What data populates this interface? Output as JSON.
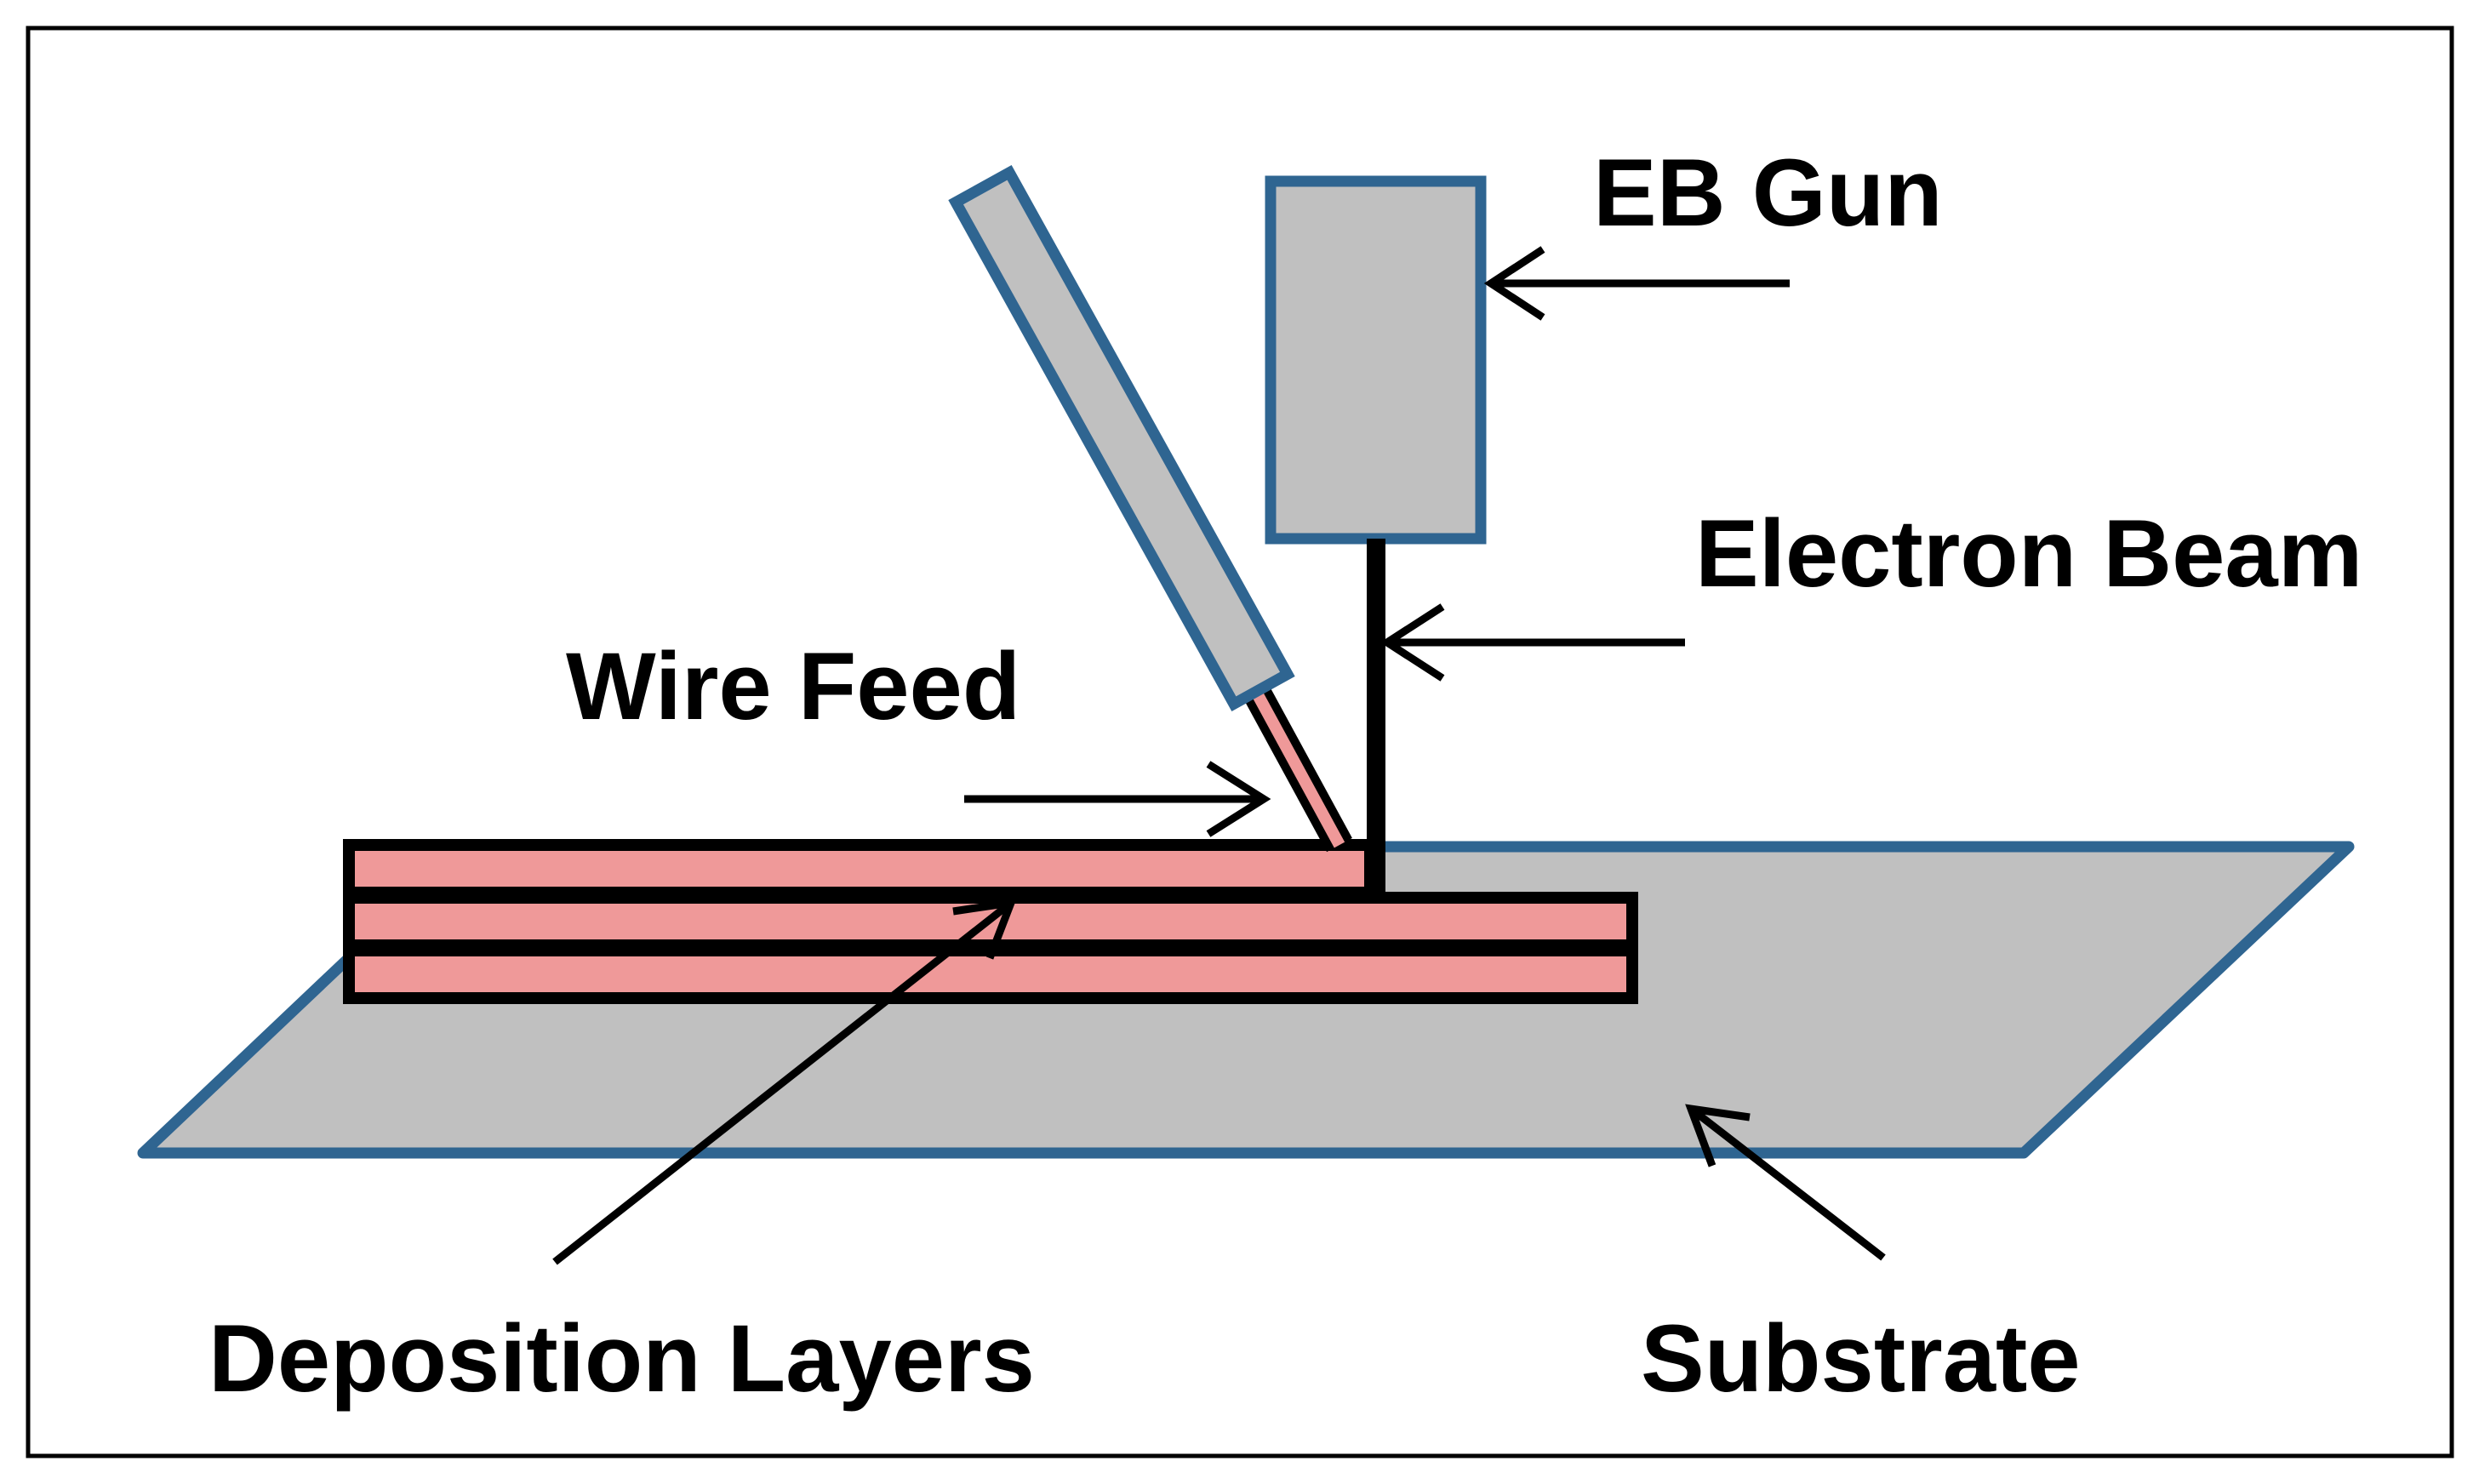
{
  "labels": {
    "eb_gun": "EB Gun",
    "electron_beam": "Electron Beam",
    "wire_feed": "Wire Feed",
    "deposition_layers": "Deposition Layers",
    "substrate": "Substrate"
  },
  "colors": {
    "outline_blue": "#2f6591",
    "component_gray": "#c0c0c0",
    "deposit_pink": "#ef9999",
    "line_black": "#000000",
    "background": "#ffffff"
  }
}
